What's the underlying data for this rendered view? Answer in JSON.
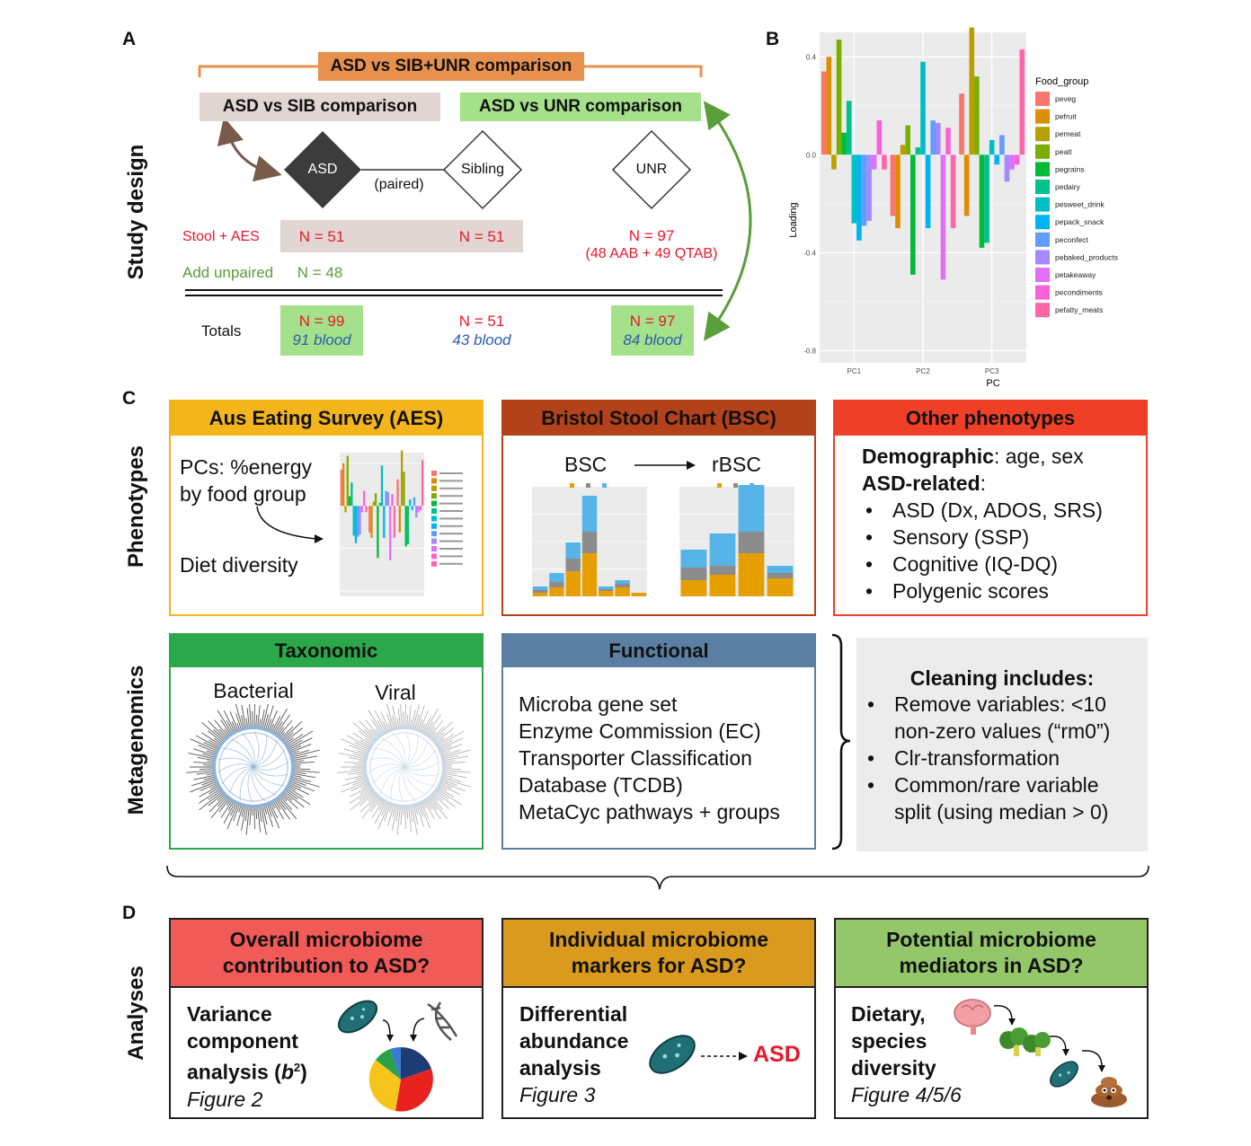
{
  "panels": {
    "a": "A",
    "b": "B",
    "c": "C",
    "d": "D"
  },
  "side_labels": {
    "study_design": "Study design",
    "phenotypes": "Phenotypes",
    "metagenomics": "Metagenomics",
    "analyses": "Analyses"
  },
  "study": {
    "top_comparison": "ASD vs SIB+UNR comparison",
    "sib_comparison": "ASD vs SIB comparison",
    "unr_comparison": "ASD vs UNR comparison",
    "asd": "ASD",
    "paired": "(paired)",
    "sibling": "Sibling",
    "unr": "UNR",
    "stool_label": "Stool + AES",
    "unpaired_label": "Add unpaired",
    "totals_label": "Totals",
    "asd_stool_n": "N = 51",
    "sib_stool_n": "N = 51",
    "unr_stool_n": "N = 97",
    "unr_stool_detail": "(48 AAB + 49 QTAB)",
    "asd_unpaired_n": "N = 48",
    "asd_total_n": "N = 99",
    "asd_total_blood": "91 blood",
    "sib_total_n": "N = 51",
    "sib_total_blood": "43 blood",
    "unr_total_n": "N = 97",
    "unr_total_blood": "84 blood"
  },
  "chart_data": {
    "type": "bar",
    "xlabel": "PC",
    "ylabel": "Loading",
    "categories": [
      "PC1",
      "PC2",
      "PC3"
    ],
    "ylim": [
      -0.85,
      0.5
    ],
    "yticks": [
      0.4,
      0.0,
      -0.4,
      -0.8
    ],
    "ytick_labels": [
      "0.4",
      "0.0",
      "-0.4",
      "-0.8"
    ],
    "legend_title": "Food_group",
    "legend_position": "right",
    "grid": true,
    "series": [
      {
        "name": "peveg",
        "color": "#F8766D",
        "values": [
          0.34,
          -0.25,
          0.25
        ]
      },
      {
        "name": "pefruit",
        "color": "#DE8C00",
        "values": [
          0.4,
          -0.3,
          -0.25
        ]
      },
      {
        "name": "pemeat",
        "color": "#B79F00",
        "values": [
          -0.06,
          0.04,
          0.52
        ]
      },
      {
        "name": "pealt",
        "color": "#7CAE00",
        "values": [
          0.47,
          0.12,
          0.32
        ]
      },
      {
        "name": "pegrains",
        "color": "#00BA38",
        "values": [
          0.09,
          -0.49,
          -0.38
        ]
      },
      {
        "name": "pedairy",
        "color": "#00C08B",
        "values": [
          0.22,
          0.03,
          -0.36
        ]
      },
      {
        "name": "pesweet_drink",
        "color": "#00BFC4",
        "values": [
          -0.28,
          0.38,
          0.06
        ]
      },
      {
        "name": "pepack_snack",
        "color": "#00B4F0",
        "values": [
          -0.35,
          -0.3,
          -0.04
        ]
      },
      {
        "name": "peconfect",
        "color": "#619CFF",
        "values": [
          -0.29,
          0.14,
          0.08
        ]
      },
      {
        "name": "pebaked_products",
        "color": "#A58AFF",
        "values": [
          -0.27,
          0.13,
          -0.11
        ]
      },
      {
        "name": "petakeaway",
        "color": "#DF70F8",
        "values": [
          -0.06,
          -0.51,
          -0.06
        ]
      },
      {
        "name": "pecondiments",
        "color": "#FB61D7",
        "values": [
          0.14,
          0.11,
          -0.04
        ]
      },
      {
        "name": "pefatty_meats",
        "color": "#FF66A8",
        "values": [
          -0.06,
          -0.3,
          0.43
        ]
      }
    ]
  },
  "phenotypes": {
    "aes_header": "Aus Eating Survey (AES)",
    "aes_pcs": "PCs: %energy by food group",
    "aes_diversity": "Diet diversity",
    "bsc_header": "Bristol Stool Chart (BSC)",
    "bsc_left": "BSC",
    "bsc_right": "rBSC",
    "other_header": "Other phenotypes",
    "demographic_label": "Demographic",
    "demographic_rest": ": age, sex",
    "asd_related_label": "ASD-related",
    "asd_related_colon": ":",
    "bullets": [
      "ASD (Dx, ADOS, SRS)",
      "Sensory (SSP)",
      "Cognitive (IQ-DQ)",
      "Polygenic scores"
    ]
  },
  "metagenomics": {
    "tax_header": "Taxonomic",
    "bacterial": "Bacterial",
    "viral": "Viral",
    "func_header": "Functional",
    "func_lines": [
      "Microba gene set",
      "Enzyme Commission (EC)",
      "Transporter Classification",
      "Database (TCDB)",
      "MetaCyc pathways + groups"
    ],
    "cleaning_title": "Cleaning includes:",
    "cleaning_bullets": [
      "Remove variables: <10 non-zero values (“rm0”)",
      "Clr-transformation",
      "Common/rare variable split (using median > 0)"
    ]
  },
  "analyses": {
    "a1_header": "Overall microbiome contribution to ASD?",
    "a1_text_l1": "Variance",
    "a1_text_l2": "component",
    "a1_text_l3": "analysis (",
    "a1_b": "b",
    "a1_sup": "2",
    "a1_close": ")",
    "a1_fig": "Figure 2",
    "a2_header": "Individual microbiome markers for ASD?",
    "a2_text": [
      "Differential",
      "abundance",
      "analysis"
    ],
    "a2_fig": "Figure 3",
    "a2_asd": "ASD",
    "a3_header": "Potential microbiome mediators in ASD?",
    "a3_text": [
      "Dietary,",
      "species",
      "diversity"
    ],
    "a3_fig": "Figure 4/5/6"
  },
  "colors": {
    "orange": "#e8914f",
    "pink_grey": "#e1d6d2",
    "light_green": "#a5e08a",
    "aes": "#f4b41c",
    "bsc": "#b3421a",
    "other": "#ef4027",
    "tax": "#2ba84a",
    "func": "#5b7fa2",
    "a1": "#f25a57",
    "a2": "#d99a1d",
    "a3": "#93c76a"
  }
}
